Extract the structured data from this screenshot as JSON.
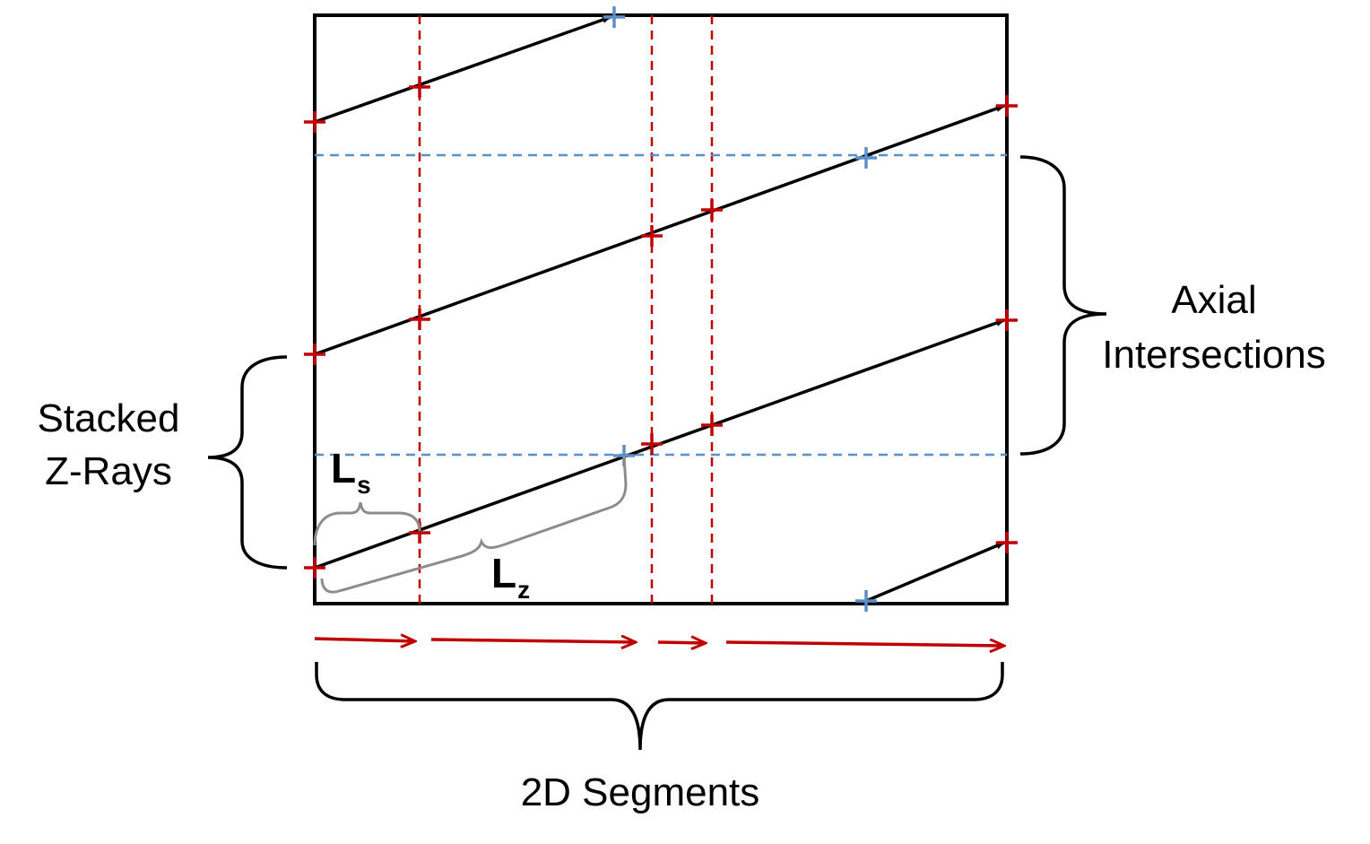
{
  "labels": {
    "axial_line1": "Axial",
    "axial_line2": "Intersections",
    "stacked_line1": "Stacked",
    "stacked_line2": "Z-Rays",
    "segments": "2D Segments",
    "ls_main": "L",
    "ls_sub": "s",
    "lz_main": "L",
    "lz_sub": "z"
  },
  "colors": {
    "outline": "#000000",
    "ray": "#000000",
    "radial_boundary": "#c00000",
    "axial_boundary": "#5b8fc9",
    "radial_marker": "#c00000",
    "axial_marker": "#5b8fc9",
    "segment_arrow": "#c00000",
    "length_brace": "#8c8c8c",
    "side_brace": "#000000"
  },
  "icons": {
    "radial_intersection": "red-plus-marker",
    "axial_intersection": "blue-plus-marker",
    "ray_direction": "arrowhead-icon"
  }
}
